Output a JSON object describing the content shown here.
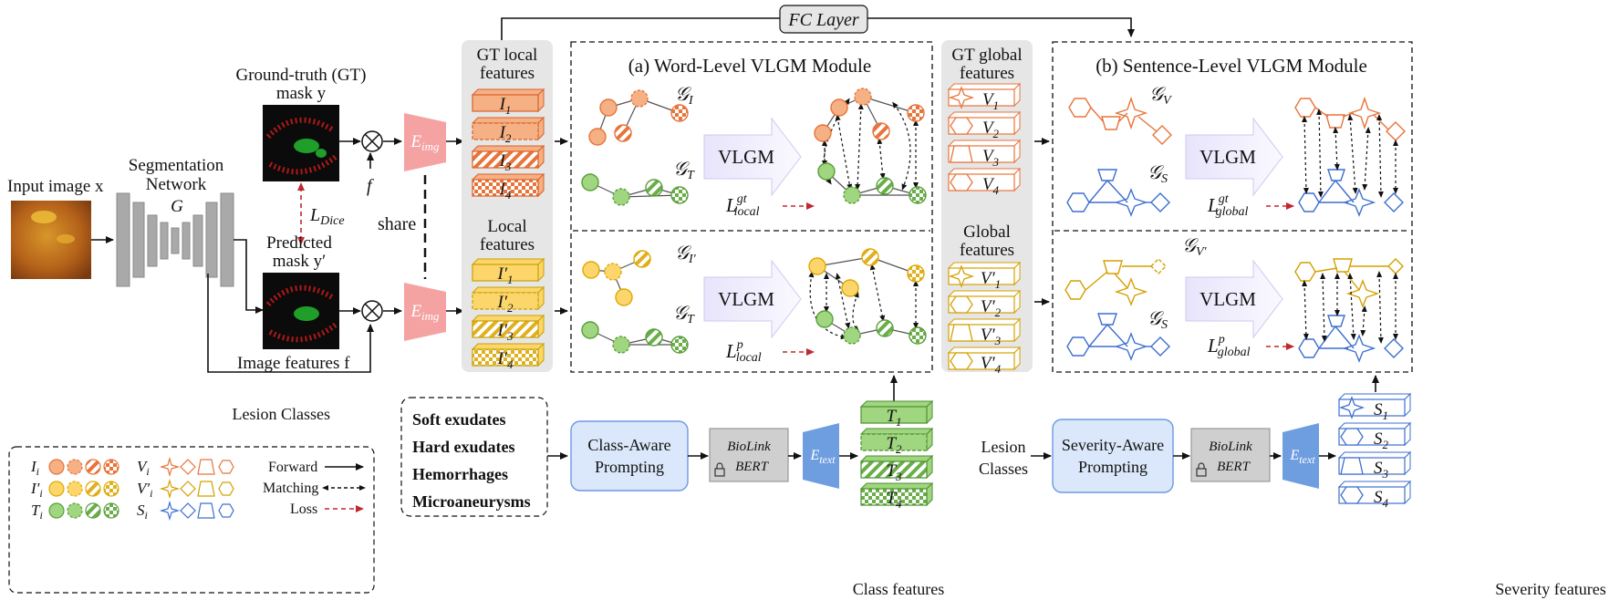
{
  "input": {
    "label": "Input image x"
  },
  "network": {
    "title_line1": "Segmentation",
    "title_line2": "Network",
    "symbol": "G"
  },
  "gt_mask": {
    "label_line1": "Ground-truth (GT)",
    "label_line2": "mask y"
  },
  "pred_mask": {
    "label_line1": "Predicted",
    "label_line2": "mask y′"
  },
  "loss_dice": {
    "label": "L",
    "sub": "Dice"
  },
  "f_label": "f",
  "share_label": "share",
  "image_features_label": "Image features f",
  "encoder_img": {
    "label": "E",
    "sub": "img"
  },
  "encoder_text": {
    "label": "E",
    "sub": "text"
  },
  "fc_layer": "FC Layer",
  "gt_local": {
    "title_line1": "GT local",
    "title_line2": "features",
    "items": [
      "I",
      "I",
      "I",
      "I"
    ],
    "subs": [
      "1",
      "2",
      "3",
      "4"
    ]
  },
  "local": {
    "title_line1": "Local",
    "title_line2": "features",
    "items": [
      "I′",
      "I′",
      "I′",
      "I′"
    ],
    "subs": [
      "1",
      "2",
      "3",
      "4"
    ]
  },
  "gt_global": {
    "title_line1": "GT global",
    "title_line2": "features",
    "items": [
      "V",
      "V",
      "V",
      "V"
    ],
    "subs": [
      "1",
      "2",
      "3",
      "4"
    ]
  },
  "global": {
    "title_line1": "Global",
    "title_line2": "features",
    "items": [
      "V′",
      "V′",
      "V′",
      "V′"
    ],
    "subs": [
      "1",
      "2",
      "3",
      "4"
    ]
  },
  "word_module": {
    "title": "(a) Word-Level VLGM Module",
    "vlgm": "VLGM",
    "g_i": "𝒢",
    "g_i_sub": "I",
    "g_t": "𝒢",
    "g_t_sub": "T",
    "g_ip_sub": "I′",
    "loss_gt": "L",
    "loss_gt_sub": "local",
    "loss_gt_sup": "gt",
    "loss_p": "L",
    "loss_p_sub": "local",
    "loss_p_sup": "p"
  },
  "sentence_module": {
    "title": "(b) Sentence-Level VLGM Module",
    "vlgm": "VLGM",
    "g_v": "𝒢",
    "g_v_sub": "V",
    "g_s": "𝒢",
    "g_s_sub": "S",
    "g_vp_sub": "V′",
    "loss_gt": "L",
    "loss_gt_sub": "global",
    "loss_gt_sup": "gt",
    "loss_p": "L",
    "loss_p_sub": "global",
    "loss_p_sup": "p"
  },
  "lesion_classes_title": "Lesion Classes",
  "lesion_list": [
    "Soft exudates",
    "Hard exudates",
    "Hemorrhages",
    "Microaneurysms"
  ],
  "class_prompt": {
    "line1": "Class-Aware",
    "line2": "Prompting"
  },
  "severity_prompt": {
    "line1": "Severity-Aware",
    "line2": "Prompting"
  },
  "biolink": {
    "line1": "BioLink",
    "line2": "BERT"
  },
  "class_features": {
    "label": "Class features",
    "items": [
      "T",
      "T",
      "T",
      "T"
    ],
    "subs": [
      "1",
      "2",
      "3",
      "4"
    ]
  },
  "severity_features": {
    "label": "Severity features",
    "items": [
      "S",
      "S",
      "S",
      "S"
    ],
    "subs": [
      "1",
      "2",
      "3",
      "4"
    ]
  },
  "lesion_classes_2": {
    "line1": "Lesion",
    "line2": "Classes"
  },
  "legend": {
    "rows": [
      {
        "sym": "I",
        "sub": "i"
      },
      {
        "sym": "I′",
        "sub": "i"
      },
      {
        "sym": "T",
        "sub": "i"
      }
    ],
    "rows2": [
      {
        "sym": "V",
        "sub": "i"
      },
      {
        "sym": "V′",
        "sub": "i"
      },
      {
        "sym": "S",
        "sub": "i"
      }
    ],
    "forward": "Forward",
    "matching": "Matching",
    "loss": "Loss"
  },
  "colors": {
    "orange": "#e8743b",
    "orange_fill": "#f5b084",
    "yellow": "#e0a800",
    "yellow_fill": "#fcd66b",
    "green": "#5a9e3a",
    "green_fill": "#9fd67f",
    "blue": "#3d6fcf",
    "pink": "#f4a2a2",
    "panel": "#e6e6e6"
  }
}
